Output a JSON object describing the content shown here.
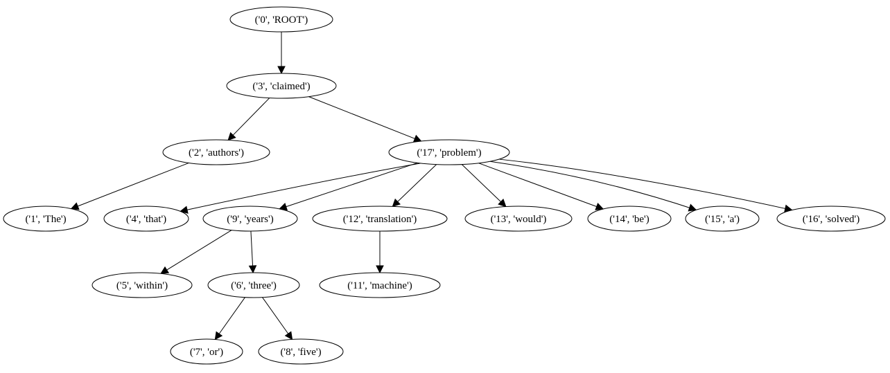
{
  "graph": {
    "nodes": [
      {
        "id": "n0",
        "label": "('0', 'ROOT')"
      },
      {
        "id": "n3",
        "label": "('3', 'claimed')"
      },
      {
        "id": "n2",
        "label": "('2', 'authors')"
      },
      {
        "id": "n17",
        "label": "('17', 'problem')"
      },
      {
        "id": "n1",
        "label": "('1', 'The')"
      },
      {
        "id": "n4",
        "label": "('4', 'that')"
      },
      {
        "id": "n9",
        "label": "('9', 'years')"
      },
      {
        "id": "n12",
        "label": "('12', 'translation')"
      },
      {
        "id": "n13",
        "label": "('13', 'would')"
      },
      {
        "id": "n14",
        "label": "('14', 'be')"
      },
      {
        "id": "n15",
        "label": "('15', 'a')"
      },
      {
        "id": "n16",
        "label": "('16', 'solved')"
      },
      {
        "id": "n5",
        "label": "('5', 'within')"
      },
      {
        "id": "n6",
        "label": "('6', 'three')"
      },
      {
        "id": "n11",
        "label": "('11', 'machine')"
      },
      {
        "id": "n7",
        "label": "('7', 'or')"
      },
      {
        "id": "n8",
        "label": "('8', 'five')"
      }
    ],
    "edges": [
      {
        "from": "n0",
        "to": "n3"
      },
      {
        "from": "n3",
        "to": "n2"
      },
      {
        "from": "n3",
        "to": "n17"
      },
      {
        "from": "n2",
        "to": "n1"
      },
      {
        "from": "n17",
        "to": "n4"
      },
      {
        "from": "n17",
        "to": "n9"
      },
      {
        "from": "n17",
        "to": "n12"
      },
      {
        "from": "n17",
        "to": "n13"
      },
      {
        "from": "n17",
        "to": "n14"
      },
      {
        "from": "n17",
        "to": "n15"
      },
      {
        "from": "n17",
        "to": "n16"
      },
      {
        "from": "n9",
        "to": "n5"
      },
      {
        "from": "n9",
        "to": "n6"
      },
      {
        "from": "n12",
        "to": "n11"
      },
      {
        "from": "n6",
        "to": "n7"
      },
      {
        "from": "n6",
        "to": "n8"
      }
    ]
  }
}
